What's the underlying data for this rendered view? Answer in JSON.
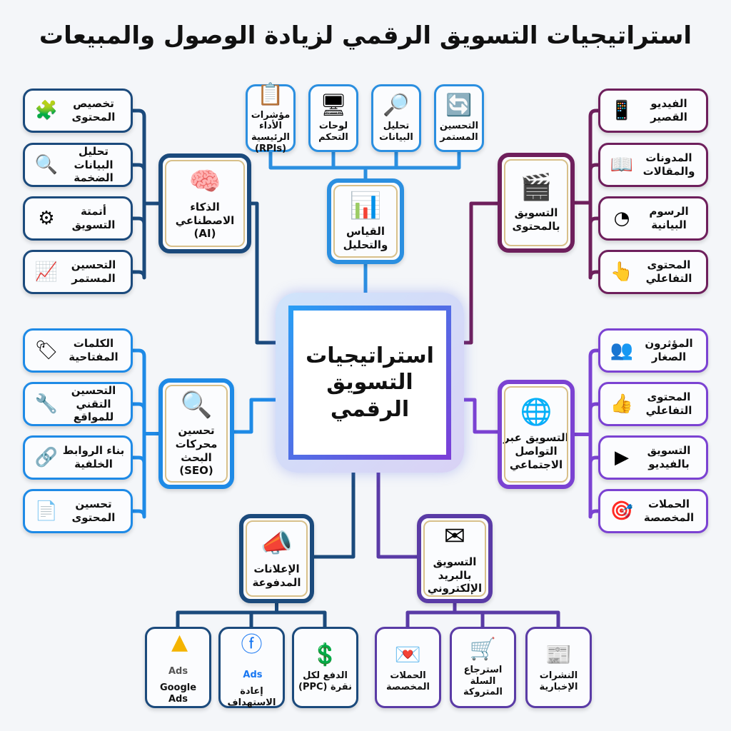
{
  "title": "استراتيجيات التسويق الرقمي لزيادة الوصول والمبيعات",
  "center": "استراتيجيات التسويق الرقمي",
  "colors": {
    "ai": "#1b4a7c",
    "measure": "#2b8fe0",
    "content": "#6e1f5c",
    "seo": "#1e8ae6",
    "social": "#7b42d2",
    "paid": "#1b4a7c",
    "email": "#5a3ba6"
  },
  "hubs": {
    "ai": {
      "label": "الذكاء الاصطناعي (AI)",
      "icon": "brain-gear-icon",
      "leaves": [
        {
          "label": "تخصيص المحتوى",
          "icon": "profile-puzzle-icon"
        },
        {
          "label": "تحليل البيانات الضخمة",
          "icon": "data-magnifier-icon"
        },
        {
          "label": "أتمتة التسويق",
          "icon": "gears-icon"
        },
        {
          "label": "التحسين المستمر",
          "icon": "trend-arrow-icon"
        }
      ]
    },
    "measure": {
      "label": "القياس والتحليل",
      "icon": "dashboard-gauge-icon",
      "leaves": [
        {
          "label": "التحسين المستمر",
          "icon": "cycle-icon"
        },
        {
          "label": "تحليل البيانات",
          "icon": "chart-magnifier-icon"
        },
        {
          "label": "لوحات التحكم",
          "icon": "monitor-chart-icon"
        },
        {
          "label": "مؤشرات الأداء الرئيسية (RPIs)",
          "icon": "clipboard-chart-icon"
        }
      ]
    },
    "content": {
      "label": "التسويق بالمحتوى",
      "icon": "media-icon",
      "leaves": [
        {
          "label": "الفيديو القصير",
          "icon": "phone-video-icon"
        },
        {
          "label": "المدونات والمقالات",
          "icon": "book-pen-icon"
        },
        {
          "label": "الرسوم البيانية",
          "icon": "pie-chart-icon"
        },
        {
          "label": "المحتوى التفاعلي",
          "icon": "click-screen-icon"
        }
      ]
    },
    "seo": {
      "label": "تحسين محركات البحث (SEO)",
      "icon": "browser-search-icon",
      "leaves": [
        {
          "label": "الكلمات المفتاحية",
          "icon": "hashtag-tag-icon"
        },
        {
          "label": "التحسين التقني للمواقع",
          "icon": "code-wrench-icon"
        },
        {
          "label": "بناء الروابط الخلفية",
          "icon": "link-icon"
        },
        {
          "label": "تحسين المحتوى",
          "icon": "document-up-icon"
        }
      ]
    },
    "social": {
      "label": "التسويق عبر التواصل الاجتماعي",
      "icon": "social-network-icon",
      "leaves": [
        {
          "label": "المؤثرون الصغار",
          "icon": "people-star-icon"
        },
        {
          "label": "المحتوى التفاعلي",
          "icon": "like-chat-icon"
        },
        {
          "label": "التسويق بالفيديو",
          "icon": "video-share-icon"
        },
        {
          "label": "الحملات المخصصة",
          "icon": "target-icon"
        }
      ]
    },
    "paid": {
      "label": "الإعلانات المدفوعة",
      "icon": "megaphone-coin-icon",
      "leaves": [
        {
          "label": "الدفع لكل نقرة (PPC)",
          "icon": "coin-cursor-icon"
        },
        {
          "label": "إعادة الاستهداف",
          "icon": "facebook-ads-icon",
          "badge": "Ads"
        },
        {
          "label": "Google Ads",
          "icon": "google-ads-icon",
          "badge": "Ads"
        }
      ]
    },
    "email": {
      "label": "التسويق بالبريد الإلكتروني",
      "icon": "envelope-icon",
      "leaves": [
        {
          "label": "النشرات الإخبارية",
          "icon": "newsletter-envelope-icon"
        },
        {
          "label": "استرجاع السلة المتروكة",
          "icon": "cart-ghost-icon"
        },
        {
          "label": "الحملات المخصصة",
          "icon": "envelope-heart-icon"
        }
      ]
    }
  }
}
